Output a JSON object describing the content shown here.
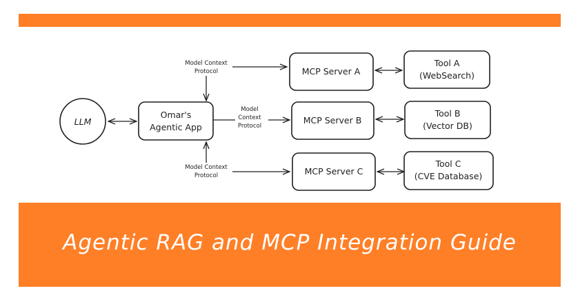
{
  "theme": {
    "accent": "#ff7f27",
    "ink": "#1e1e1e",
    "banner_text": "#ffffff"
  },
  "banner": {
    "title": "Agentic RAG and MCP Integration Guide"
  },
  "diagram": {
    "nodes": {
      "llm": {
        "label": "LLM"
      },
      "app": {
        "line1": "Omar's",
        "line2": "Agentic App"
      },
      "server_a": {
        "label": "MCP Server A"
      },
      "server_b": {
        "label": "MCP Server B"
      },
      "server_c": {
        "label": "MCP Server C"
      },
      "tool_a": {
        "line1": "Tool A",
        "line2": "(WebSearch)"
      },
      "tool_b": {
        "line1": "Tool B",
        "line2": "(Vector DB)"
      },
      "tool_c": {
        "line1": "Tool C",
        "line2": "(CVE Database)"
      }
    },
    "edge_labels": {
      "top": {
        "line1": "Model Context",
        "line2": "Protocol"
      },
      "middle": {
        "line1": "Model",
        "line2": "Context",
        "line3": "Protocol"
      },
      "bottom": {
        "line1": "Model Context",
        "line2": "Protocol"
      }
    }
  }
}
